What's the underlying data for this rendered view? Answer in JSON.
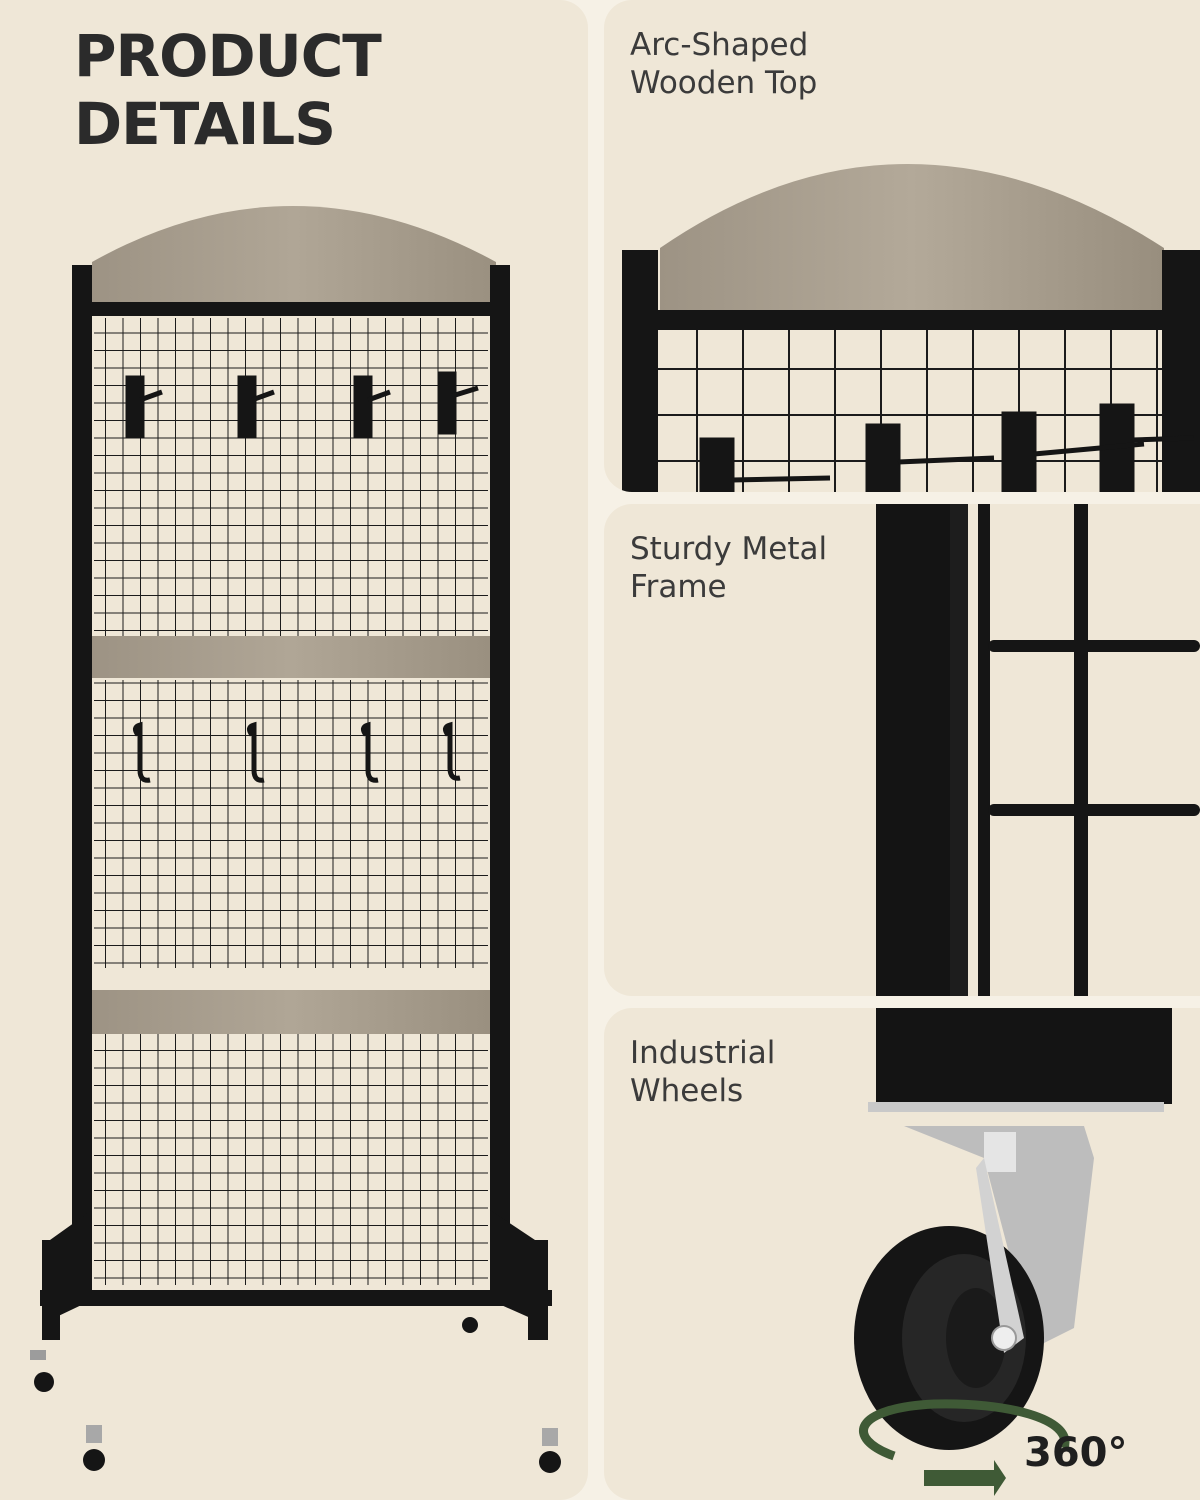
{
  "main": {
    "title_line1": "PRODUCT",
    "title_line2": "DETAILS"
  },
  "features": [
    {
      "line1": "Arc-Shaped",
      "line2": "Wooden Top"
    },
    {
      "line1": "Sturdy Metal",
      "line2": "Frame"
    },
    {
      "line1": "Industrial",
      "line2": "Wheels"
    }
  ],
  "rotation_label": "360°",
  "colors": {
    "background": "#efe7d7",
    "frame": "#151515",
    "wood": "#a89e8e",
    "rotation_arrow": "#3f5a36"
  }
}
